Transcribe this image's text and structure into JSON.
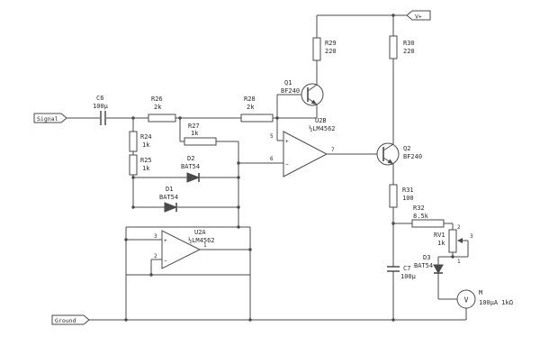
{
  "net_flags": {
    "signal": "Signal",
    "ground": "Ground",
    "vplus": "V+"
  },
  "components": {
    "c6": {
      "ref": "C6",
      "value": "100µ"
    },
    "r24": {
      "ref": "R24",
      "value": "1k"
    },
    "r25": {
      "ref": "R25",
      "value": "1k"
    },
    "r26": {
      "ref": "R26",
      "value": "2k"
    },
    "r27": {
      "ref": "R27",
      "value": "1k"
    },
    "r28": {
      "ref": "R28",
      "value": "2k"
    },
    "r29": {
      "ref": "R29",
      "value": "220"
    },
    "r30": {
      "ref": "R30",
      "value": "220"
    },
    "r31": {
      "ref": "R31",
      "value": "100"
    },
    "r32": {
      "ref": "R32",
      "value": "8.5k"
    },
    "d1": {
      "ref": "D1",
      "value": "BAT54"
    },
    "d2": {
      "ref": "D2",
      "value": "BAT54"
    },
    "d3": {
      "ref": "D3",
      "value": "BAT54"
    },
    "q1": {
      "ref": "Q1",
      "value": "BF240"
    },
    "q2": {
      "ref": "Q2",
      "value": "BF240"
    },
    "u2a": {
      "ref": "U2A",
      "value": "½LM4562",
      "pin_in_p": "3",
      "pin_in_m": "2",
      "pin_out": "1",
      "plus": "+",
      "minus": "−"
    },
    "u2b": {
      "ref": "U2B",
      "value": "½LM4562",
      "pin_in_p": "5",
      "pin_in_m": "6",
      "pin_out": "7",
      "plus": "+",
      "minus": "−"
    },
    "rv1": {
      "ref": "RV1",
      "value": "1k",
      "pin_top": "2",
      "pin_wiper": "3",
      "pin_bottom": "1"
    },
    "c7": {
      "ref": "C7",
      "value": "100µ"
    },
    "m1": {
      "ref": "M",
      "value": "100µA 1kΩ",
      "dial": "V"
    }
  }
}
